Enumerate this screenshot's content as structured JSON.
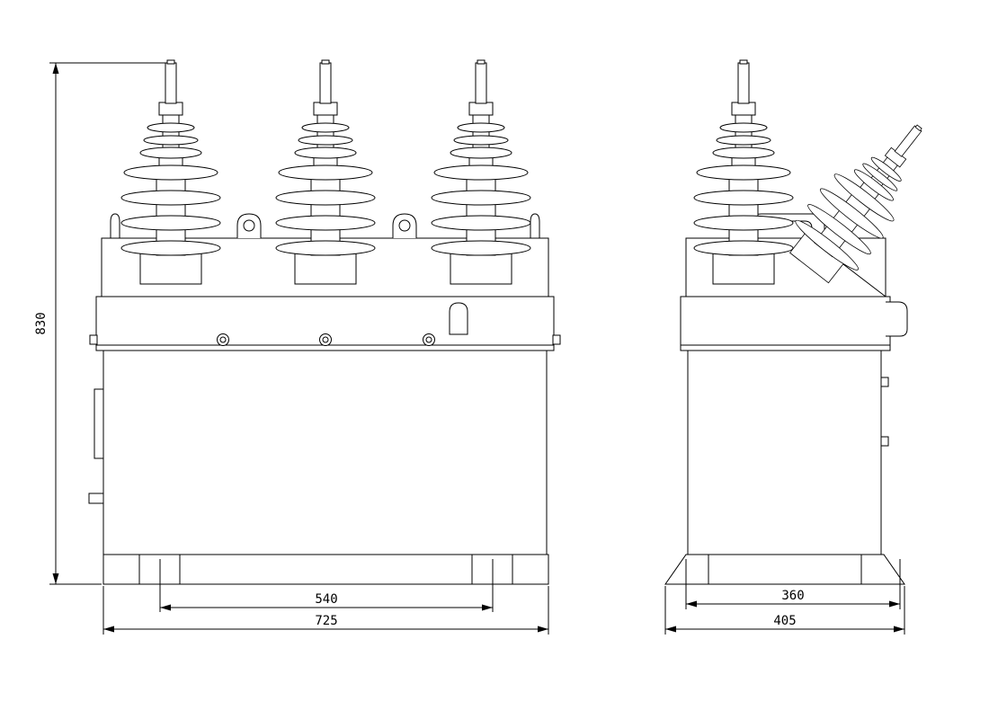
{
  "drawing": {
    "background": "#ffffff",
    "line_color": "#000000",
    "dimensions": {
      "overall_height": "830",
      "front_foot_span": "540",
      "front_overall_width": "725",
      "side_foot_span": "360",
      "side_overall_width": "405"
    }
  }
}
